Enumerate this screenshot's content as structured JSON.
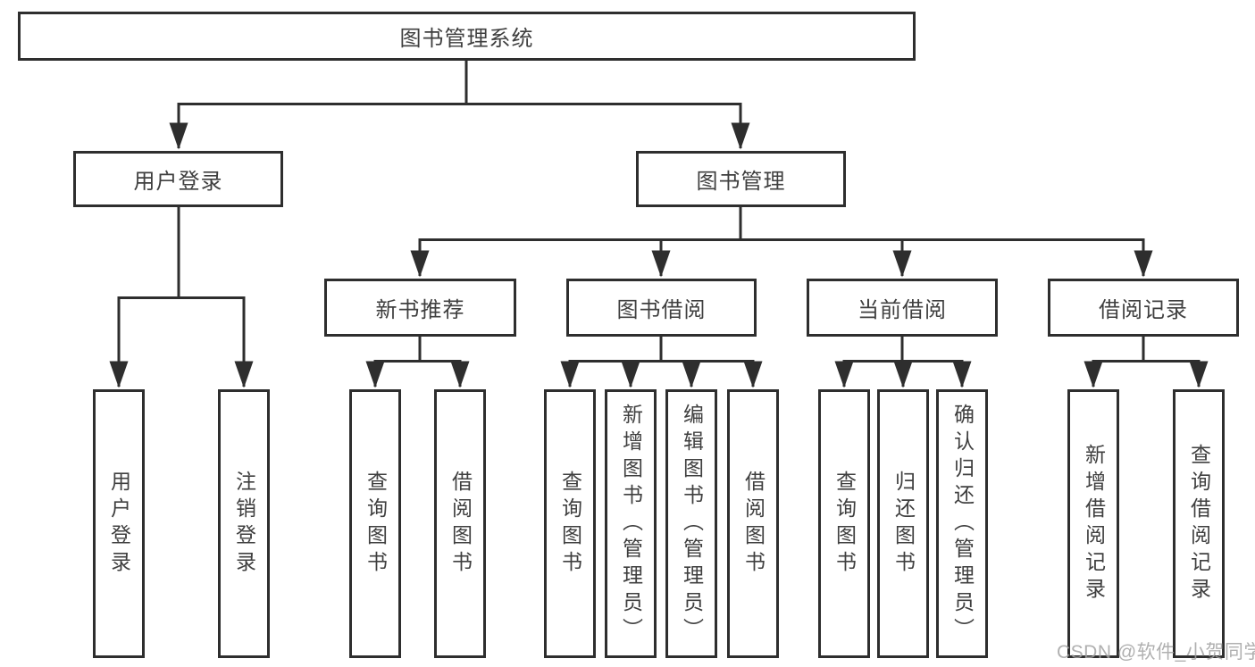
{
  "colors": {
    "line": "#2e2e2e",
    "box_border": "#2e2e2e",
    "text": "#3f3f3f",
    "background": "#ffffff",
    "watermark": "#a2a2a2"
  },
  "tree": {
    "root": "图书管理系统",
    "level2": [
      "用户登录",
      "图书管理"
    ],
    "level3": [
      "新书推荐",
      "图书借阅",
      "当前借阅",
      "借阅记录"
    ],
    "leaves_user_login": [
      "用户登录",
      "注销登录"
    ],
    "leaves_new_book": [
      "查询图书",
      "借阅图书"
    ],
    "leaves_book_borrow": [
      "查询图书",
      "新增图书（管理员）",
      "编辑图书（管理员）",
      "借阅图书"
    ],
    "leaves_current_borrow": [
      "查询图书",
      "归还图书",
      "确认归还（管理员）"
    ],
    "leaves_borrow_records": [
      "新增借阅记录",
      "查询借阅记录"
    ]
  },
  "watermark": "CSDN @软件_小贺同学"
}
